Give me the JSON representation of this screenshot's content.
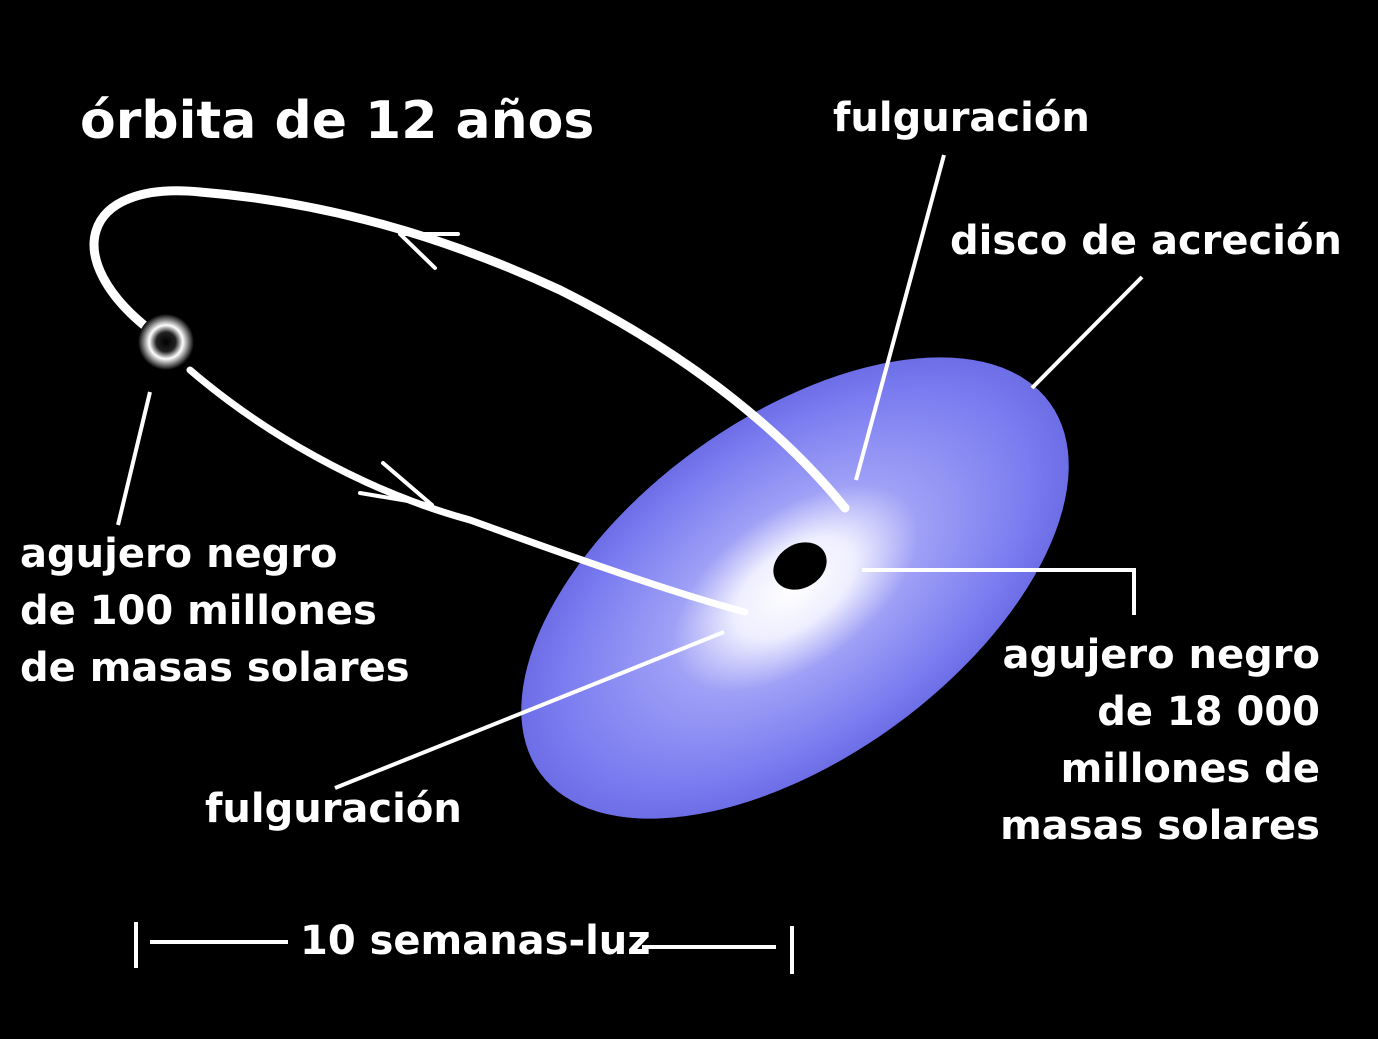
{
  "title": "órbita de 12 años",
  "labels": {
    "flare_top": "fulguración",
    "disk": "disco de acreción",
    "small_bh": [
      "agujero negro",
      "de 100 millones",
      "de masas solares"
    ],
    "flare_bottom": "fulguración",
    "big_bh": [
      "agujero negro",
      "de 18 000",
      "millones de",
      "masas solares"
    ],
    "scale": "10 semanas-luz"
  },
  "colors": {
    "background": "#000000",
    "disk": "#7b7cf0",
    "text": "#ffffff"
  }
}
